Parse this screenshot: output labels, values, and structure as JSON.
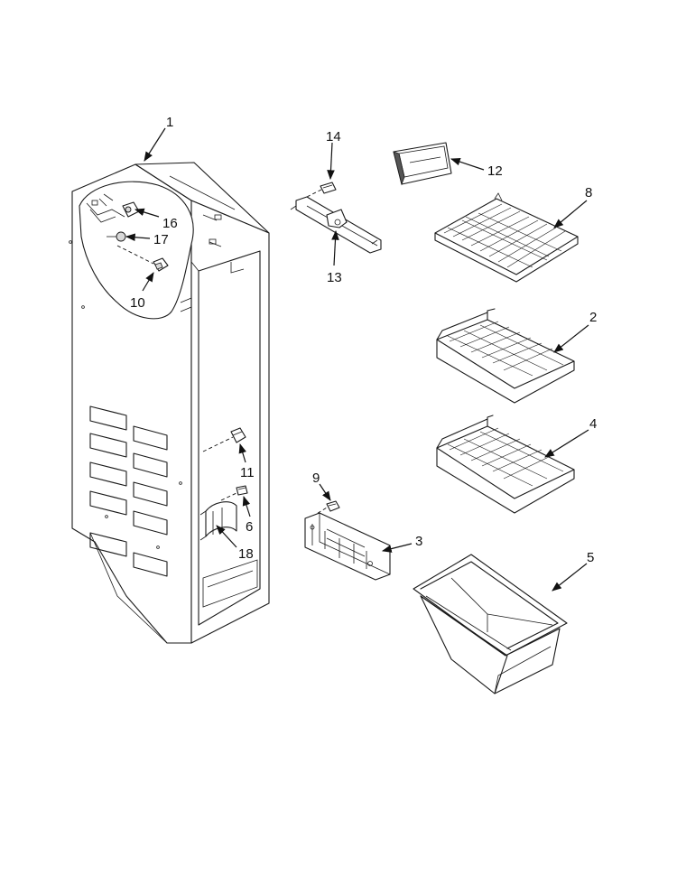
{
  "callouts": {
    "c1": "1",
    "c2": "2",
    "c3": "3",
    "c4": "4",
    "c5": "5",
    "c6": "6",
    "c8": "8",
    "c9": "9",
    "c10": "10",
    "c11": "11",
    "c12": "12",
    "c13": "13",
    "c14": "14",
    "c16": "16",
    "c17": "17",
    "c18": "18"
  }
}
